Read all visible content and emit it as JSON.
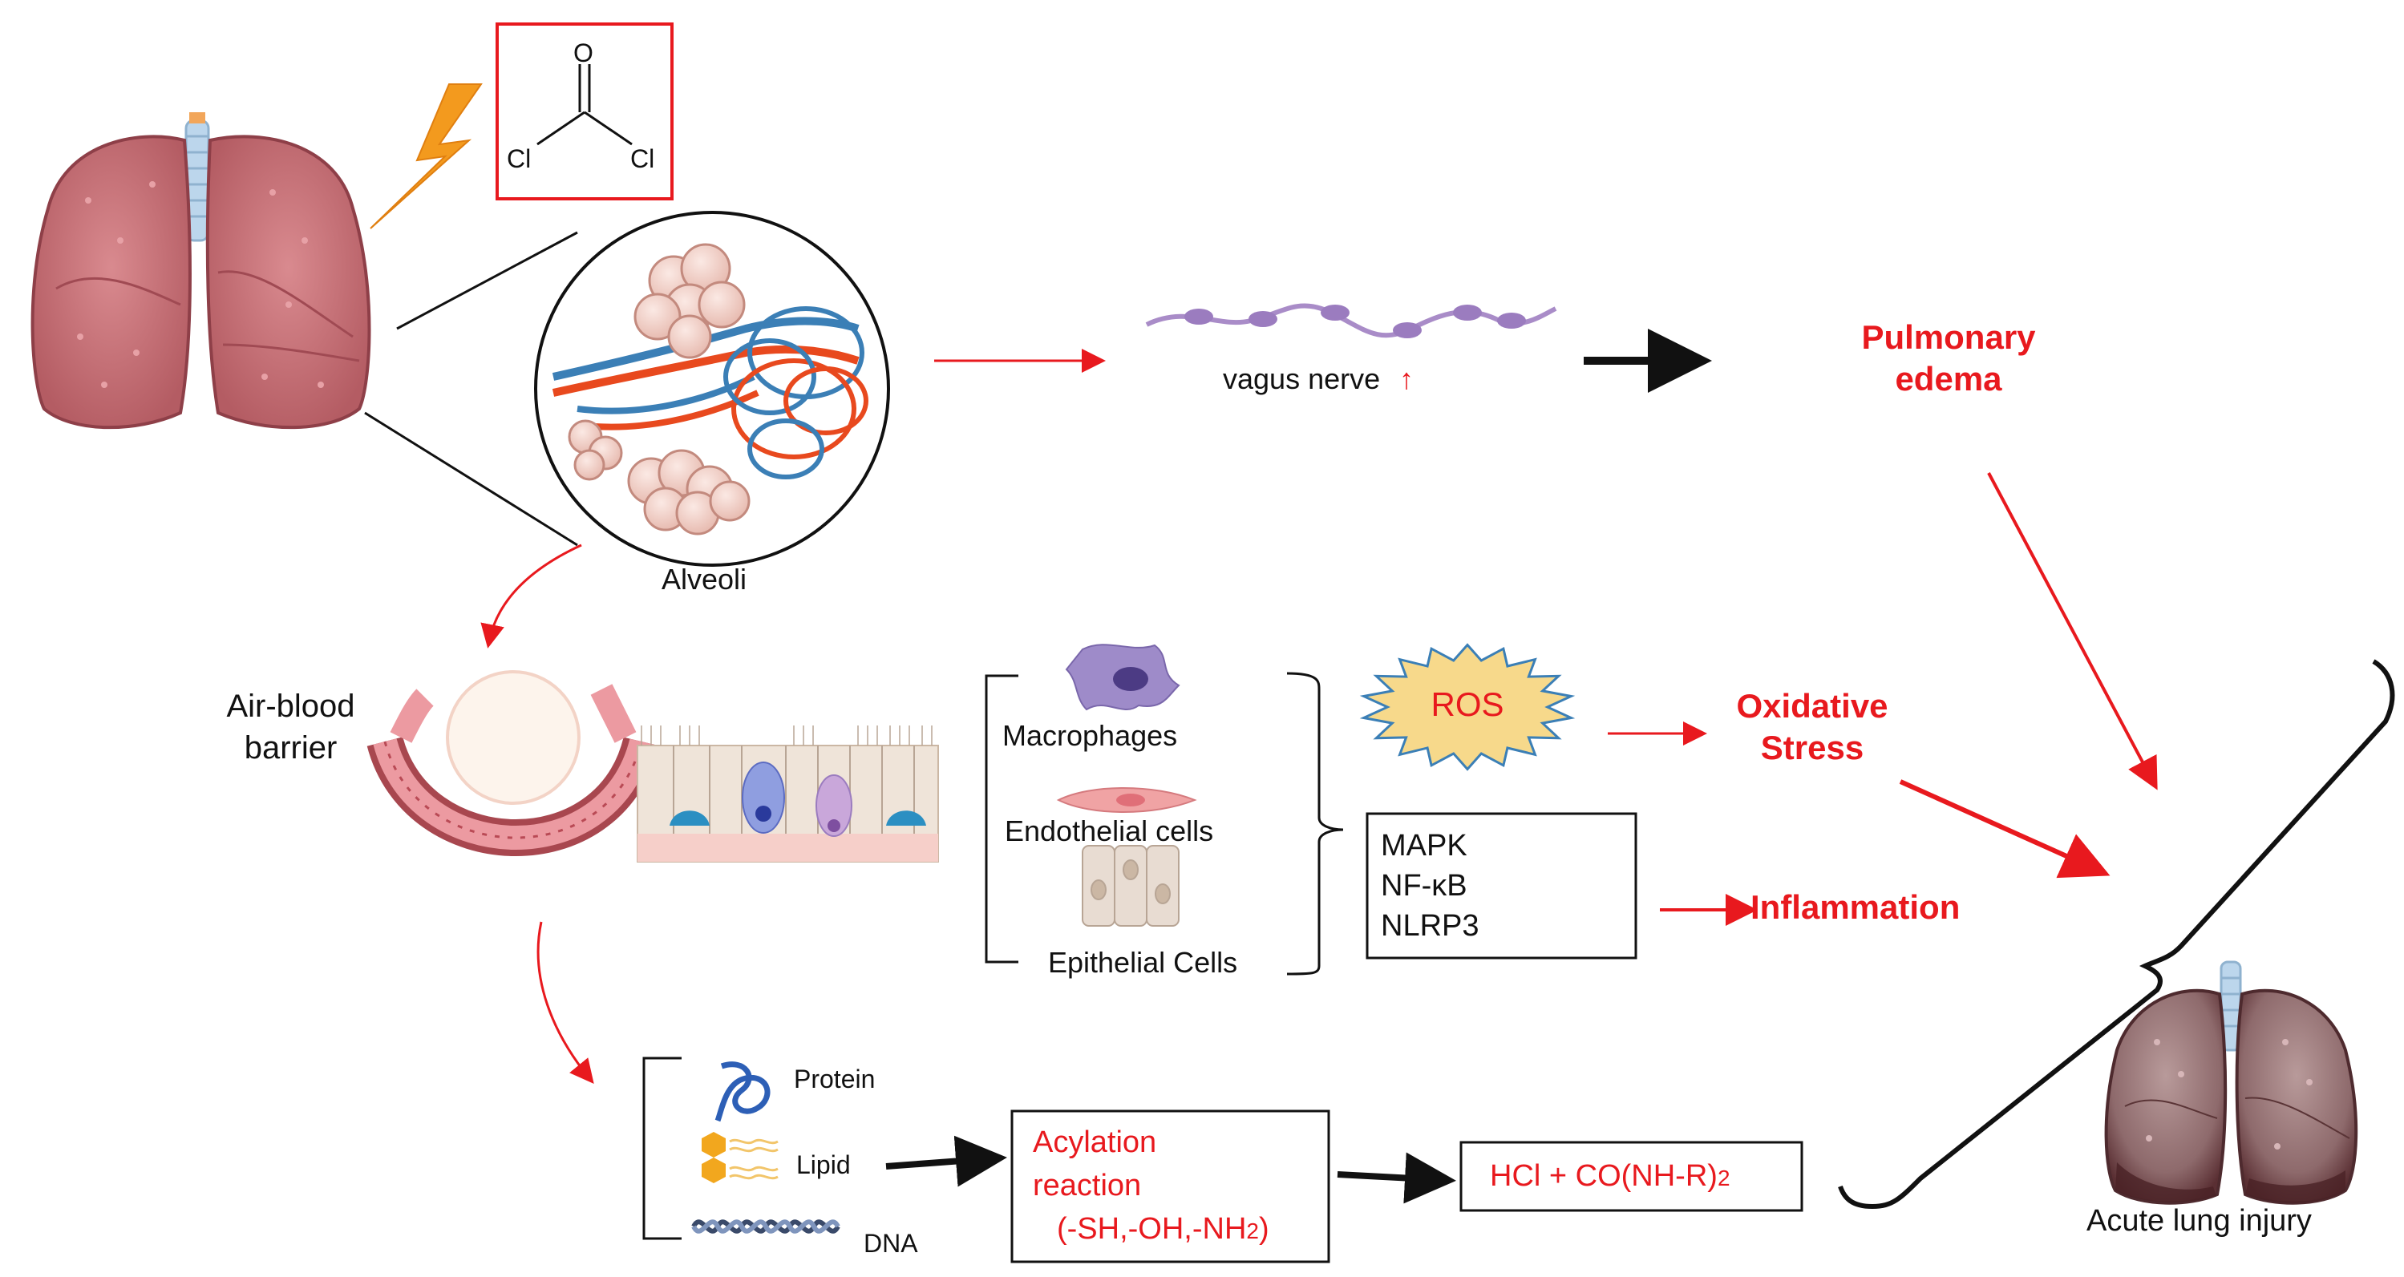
{
  "phosgene": {
    "o_atom": "O",
    "cl_left": "Cl",
    "cl_right": "Cl"
  },
  "alveoli_label": "Alveoli",
  "vagus": {
    "label": "vagus nerve",
    "arrow": "↑"
  },
  "pulmonary_edema": {
    "line1": "Pulmonary",
    "line2": "edema"
  },
  "barrier": {
    "line1": "Air-blood",
    "line2": "barrier"
  },
  "cells": {
    "macrophages": "Macrophages",
    "endothelial": "Endothelial cells",
    "epithelial": "Epithelial Cells"
  },
  "ros": "ROS",
  "oxidative_stress": {
    "line1": "Oxidative",
    "line2": "Stress"
  },
  "pathways": [
    "MAPK",
    "NF-κB",
    "NLRP3"
  ],
  "inflammation": "Inflammation",
  "molecules": {
    "protein": "Protein",
    "lipid": "Lipid",
    "dna": "DNA"
  },
  "acylation": {
    "line1": "Acylation",
    "line2": "reaction",
    "line3_prefix": "(-SH,-OH,-NH",
    "line3_sub": "2",
    "line3_suffix": ")"
  },
  "products": {
    "prefix": "HCl + CO(NH-R)",
    "sub": "2"
  },
  "outcome": "Acute lung  injury",
  "colors": {
    "accent_red": "#e8191e",
    "arrow_black": "#111111",
    "lightning_orange": "#f39a1e",
    "lung_tissue": "#c9747a",
    "nerve_purple": "#a98cc8",
    "ros_fill": "#f7d98b"
  }
}
